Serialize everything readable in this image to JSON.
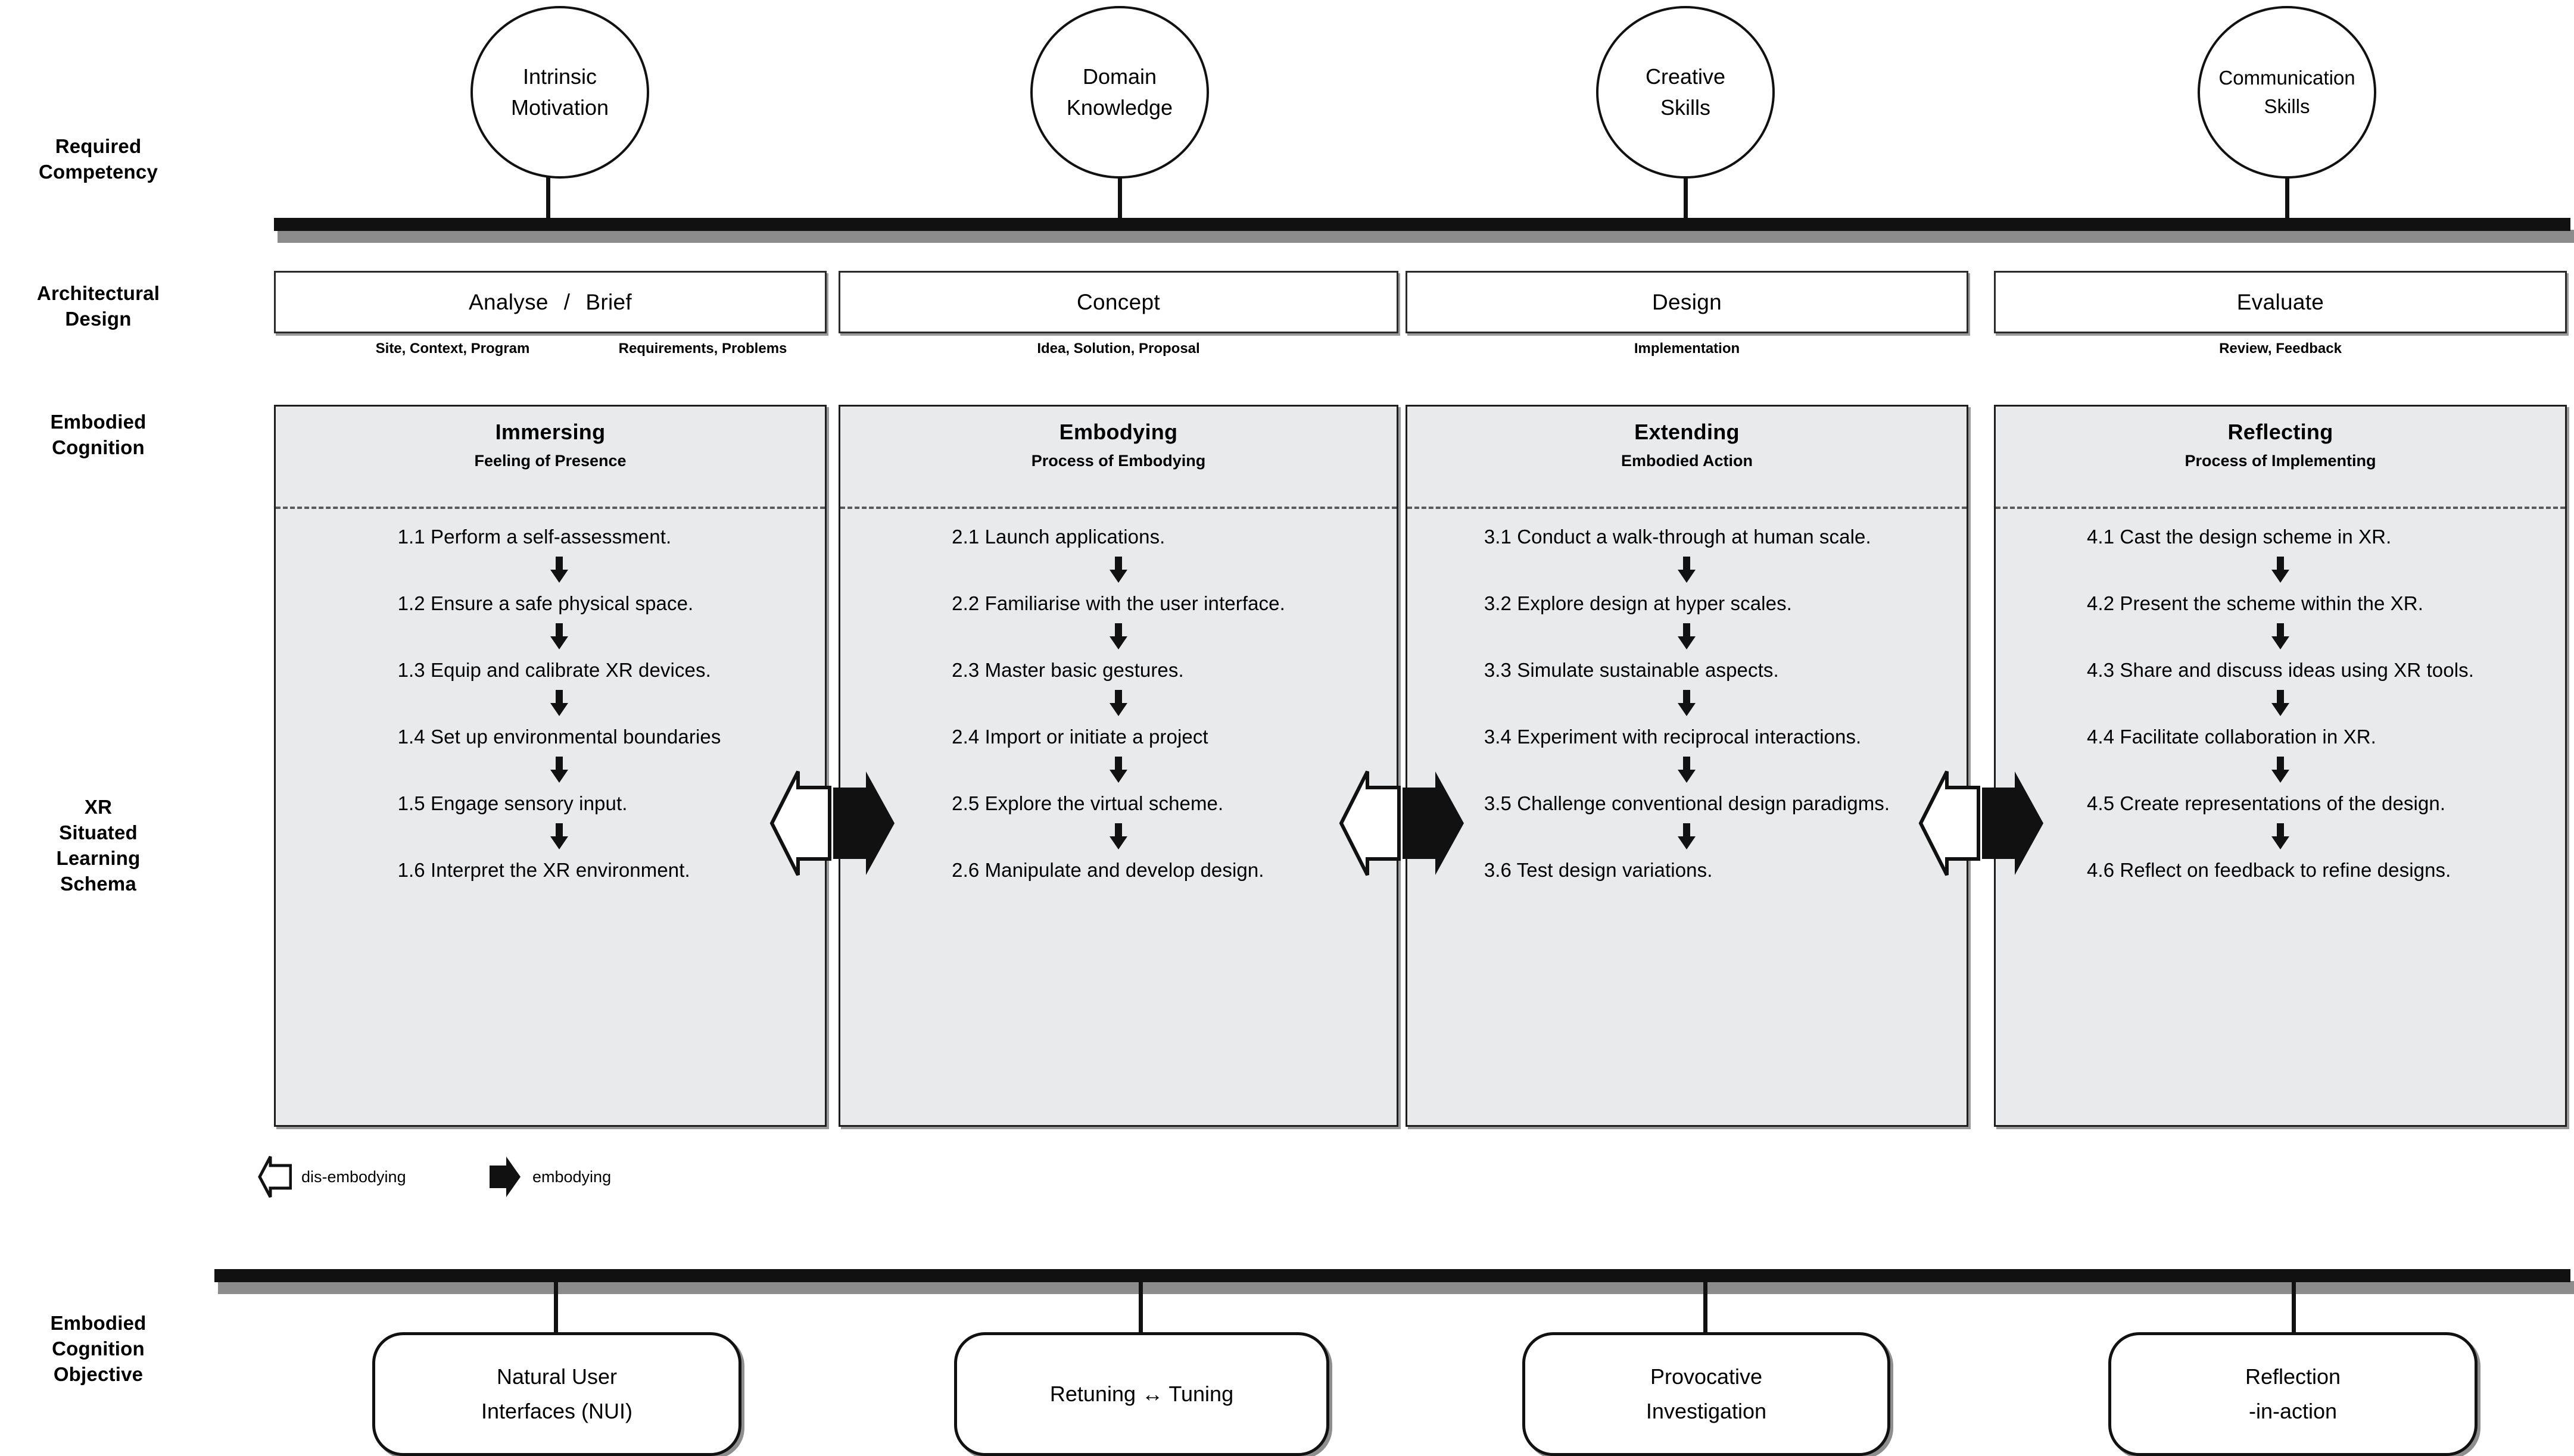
{
  "rows": {
    "required_competency": "Required\nCompetency",
    "architectural_design": "Architectural\nDesign",
    "embodied_cognition": "Embodied\nCognition",
    "xr_schema": "XR\nSituated\nLearning\nSchema",
    "embodied_objective": "Embodied\nCognition\nObjective"
  },
  "competencies": [
    {
      "label": "Intrinsic\nMotivation"
    },
    {
      "label": "Domain\nKnowledge"
    },
    {
      "label": "Creative\nSkills"
    },
    {
      "label": "Communication\nSkills"
    }
  ],
  "stages": [
    {
      "title": "Analyse  /  Brief",
      "title_left": "Analyse",
      "slash": "/",
      "title_right": "Brief",
      "sub_left": "Site, Context,  Program",
      "sub_right": "Requirements, Problems"
    },
    {
      "title": "Concept",
      "sub": "Idea, Solution, Proposal"
    },
    {
      "title": "Design",
      "sub": "Implementation"
    },
    {
      "title": "Evaluate",
      "sub": "Review, Feedback"
    }
  ],
  "panels": [
    {
      "title": "Immersing",
      "subtitle": "Feeling of Presence",
      "steps": [
        "1.1 Perform a self-assessment.",
        "1.2 Ensure a safe physical space.",
        "1.3 Equip and calibrate XR devices.",
        "1.4 Set up environmental boundaries",
        "1.5 Engage sensory input.",
        "1.6 Interpret the XR environment."
      ]
    },
    {
      "title": "Embodying",
      "subtitle": "Process of Embodying",
      "steps": [
        "2.1 Launch applications.",
        "2.2 Familiarise with the user interface.",
        "2.3 Master basic gestures.",
        "2.4 Import or initiate a project",
        "2.5 Explore the virtual scheme.",
        "2.6 Manipulate and develop design."
      ]
    },
    {
      "title": "Extending",
      "subtitle": "Embodied Action",
      "steps": [
        "3.1 Conduct a walk-through at human scale.",
        "3.2 Explore design at hyper scales.",
        "3.3 Simulate sustainable aspects.",
        "3.4 Experiment with reciprocal interactions.",
        "3.5 Challenge conventional design paradigms.",
        "3.6 Test design variations."
      ]
    },
    {
      "title": "Reflecting",
      "subtitle": "Process of Implementing",
      "steps": [
        "4.1 Cast the design scheme in XR.",
        "4.2 Present the scheme within the XR.",
        "4.3 Share and discuss ideas using XR tools.",
        "4.4 Facilitate collaboration in XR.",
        "4.5 Create representations of the design.",
        "4.6 Reflect on feedback to refine designs."
      ]
    }
  ],
  "legend": [
    {
      "icon": "hollow-left-arrow-icon",
      "label": "dis-embodying"
    },
    {
      "icon": "solid-right-arrow-icon",
      "label": "embodying"
    }
  ],
  "objectives": [
    {
      "label": "Natural User\nInterfaces (NUI)"
    },
    {
      "label": "Retuning  ↔  Tuning"
    },
    {
      "label": "Provocative\nInvestigation"
    },
    {
      "label": "Reflection\n-in-action"
    }
  ],
  "colors": {
    "panel_fill": "#e8eaec",
    "panel_border": "#1d1d1d",
    "shadow": "#9a9a9a",
    "ink": "#000000",
    "dashed_divider": "#5a5a5a"
  }
}
